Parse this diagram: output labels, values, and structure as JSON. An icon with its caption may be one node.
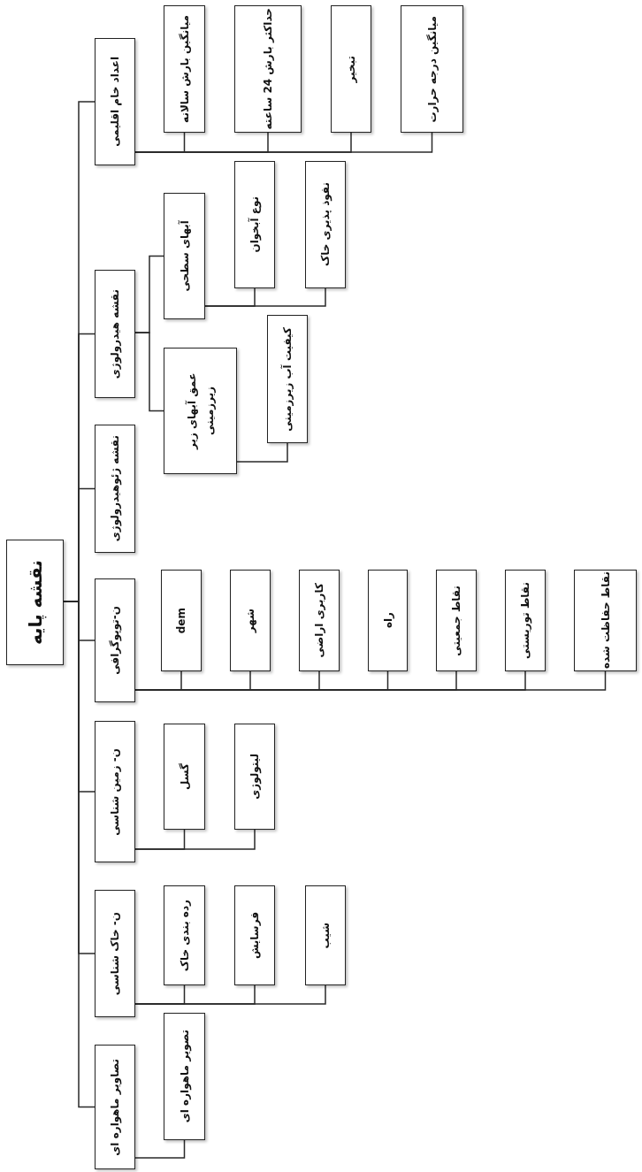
{
  "diagram": {
    "nodes": [
      {
        "text": [
          "نقشه پایه"
        ]
      },
      {
        "text": [
          "اعداد خام اقلیمی"
        ]
      },
      {
        "text": [
          "میانگین بارش سالانه"
        ]
      },
      {
        "text": [
          "حداکثر بارش 24 ساعته"
        ]
      },
      {
        "text": [
          "تبخیر"
        ]
      },
      {
        "text": [
          "میانگین درجه حرارت"
        ]
      },
      {
        "text": [
          "نقشه هیدرولوژی"
        ]
      },
      {
        "text": [
          "آبهای سطحی"
        ]
      },
      {
        "text": [
          "نوع آبخوان"
        ]
      },
      {
        "text": [
          "نفوذ پذیری خاک"
        ]
      },
      {
        "text": [
          "عمق آبهای زیر زیرزمینی"
        ]
      },
      {
        "text": [
          "کیفیت آب زیرزمینی"
        ]
      },
      {
        "text": [
          "نقشه ژئوهیدرولوژی"
        ]
      },
      {
        "text": [
          "ن-توپوگرافی"
        ]
      },
      {
        "text": [
          "dem"
        ]
      },
      {
        "text": [
          "شهر"
        ]
      },
      {
        "text": [
          "کاربری اراضی"
        ]
      },
      {
        "text": [
          "راه"
        ]
      },
      {
        "text": [
          "نقاط جمعیتی"
        ]
      },
      {
        "text": [
          "نقاط توریستی"
        ]
      },
      {
        "text": [
          "نقاط حفاظت شده"
        ]
      },
      {
        "text": [
          "ن- زمین شناسی"
        ]
      },
      {
        "text": [
          "گسل"
        ]
      },
      {
        "text": [
          "لیتولوژی"
        ]
      },
      {
        "text": [
          "ن- خاک شناسی"
        ]
      },
      {
        "text": [
          "رده بندی خاک"
        ]
      },
      {
        "text": [
          "فرسایش"
        ]
      },
      {
        "text": [
          "شیب"
        ]
      },
      {
        "text": [
          "تصاویر ماهواره ای"
        ]
      },
      {
        "text": [
          "تصویر ماهواره ای"
        ]
      }
    ],
    "edges": [
      {
        "from": 0,
        "to": 1,
        "arrow": "none"
      },
      {
        "from": 0,
        "to": 6,
        "arrow": "none"
      },
      {
        "from": 0,
        "to": 12,
        "arrow": "none"
      },
      {
        "from": 0,
        "to": 13,
        "arrow": "none"
      },
      {
        "from": 0,
        "to": 21,
        "arrow": "none"
      },
      {
        "from": 0,
        "to": 24,
        "arrow": "none"
      },
      {
        "from": 0,
        "to": 28,
        "arrow": "none"
      },
      {
        "from": 1,
        "to": 2,
        "arrow": "none"
      },
      {
        "from": 1,
        "to": 3,
        "arrow": "none"
      },
      {
        "from": 1,
        "to": 4,
        "arrow": "none"
      },
      {
        "from": 1,
        "to": 5,
        "arrow": "none"
      },
      {
        "from": 6,
        "to": 7,
        "arrow": "none"
      },
      {
        "from": 6,
        "to": 10,
        "arrow": "none"
      },
      {
        "from": 7,
        "to": 8,
        "arrow": "none"
      },
      {
        "from": 7,
        "to": 9,
        "arrow": "none"
      },
      {
        "from": 10,
        "to": 11,
        "arrow": "none"
      },
      {
        "from": 13,
        "to": 14,
        "arrow": "none"
      },
      {
        "from": 13,
        "to": 15,
        "arrow": "none"
      },
      {
        "from": 13,
        "to": 16,
        "arrow": "none"
      },
      {
        "from": 13,
        "to": 17,
        "arrow": "none"
      },
      {
        "from": 13,
        "to": 18,
        "arrow": "none"
      },
      {
        "from": 13,
        "to": 19,
        "arrow": "none"
      },
      {
        "from": 13,
        "to": 20,
        "arrow": "none"
      },
      {
        "from": 21,
        "to": 22,
        "arrow": "none"
      },
      {
        "from": 21,
        "to": 23,
        "arrow": "none"
      },
      {
        "from": 24,
        "to": 25,
        "arrow": "none"
      },
      {
        "from": 24,
        "to": 26,
        "arrow": "none"
      },
      {
        "from": 24,
        "to": 27,
        "arrow": "none"
      },
      {
        "from": 28,
        "to": 29,
        "arrow": "none"
      }
    ]
  }
}
